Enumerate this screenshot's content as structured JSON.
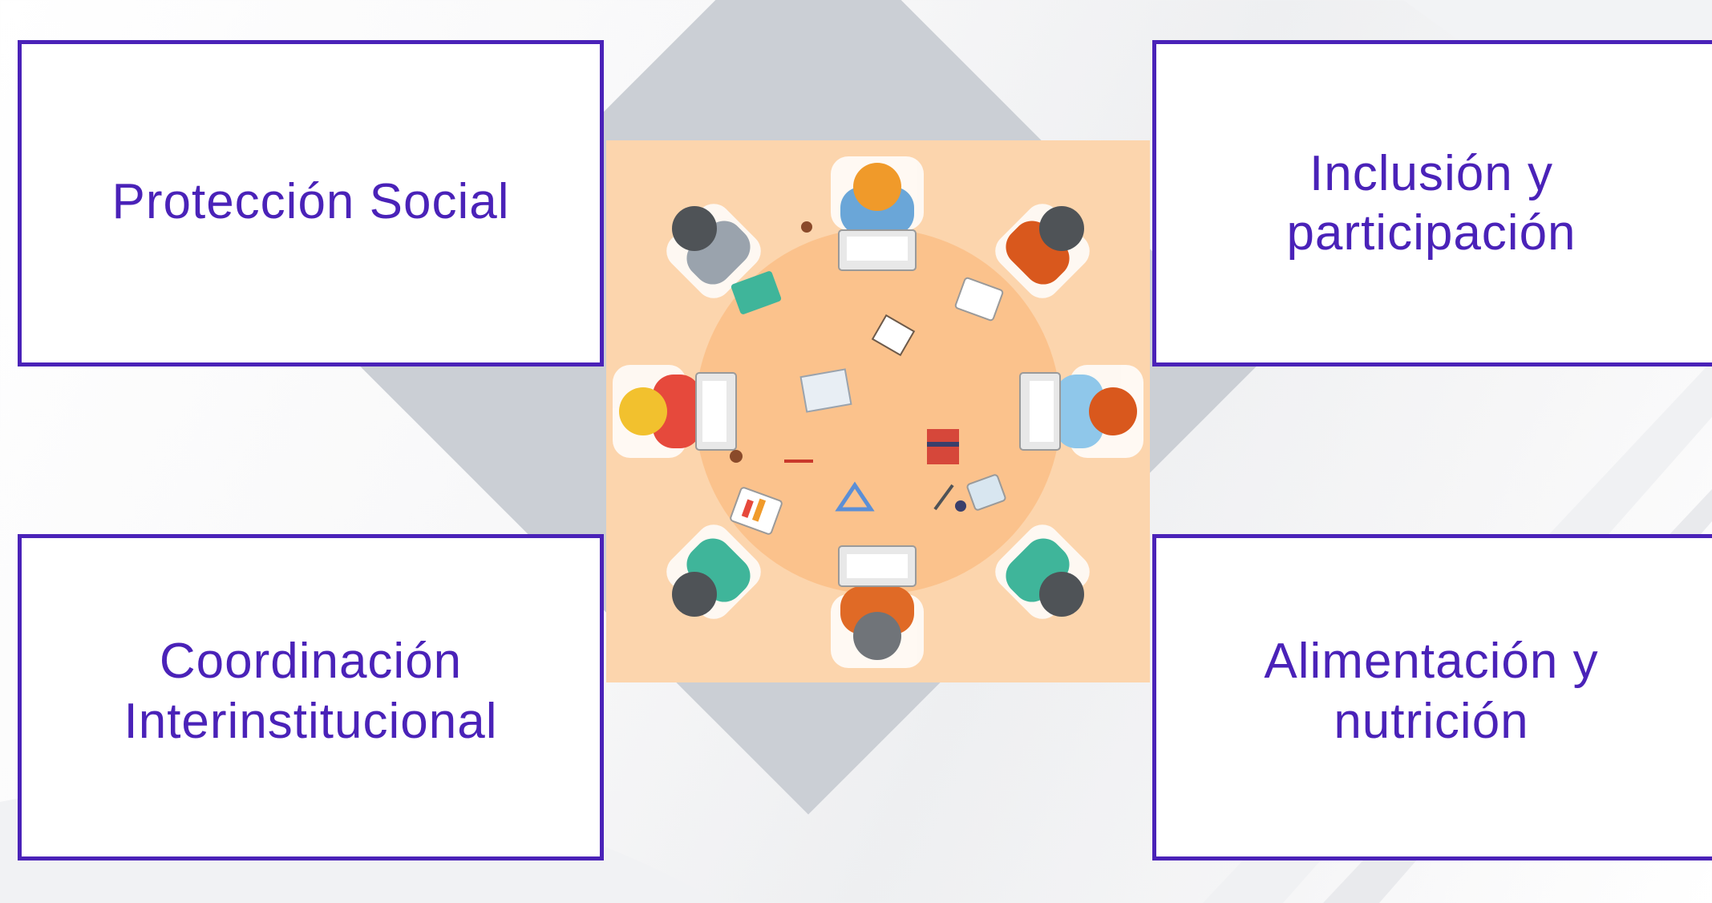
{
  "diagram": {
    "title": "",
    "boxes": [
      {
        "id": "top-left",
        "label": "Protección Social"
      },
      {
        "id": "top-right",
        "label": "Inclusión  y\nparticipación"
      },
      {
        "id": "bottom-left",
        "label": "Coordinación\nInterinstitucional"
      },
      {
        "id": "bottom-right",
        "label": "Alimentación y\nnutrición"
      }
    ],
    "center_image": {
      "icon": "team-meeting-round-table-illustration"
    }
  },
  "colors": {
    "accent": "#4a22b8",
    "diamond": "#cbcfd5",
    "illustration_bg": "#fcd5ad",
    "table": "#fbc28c"
  }
}
